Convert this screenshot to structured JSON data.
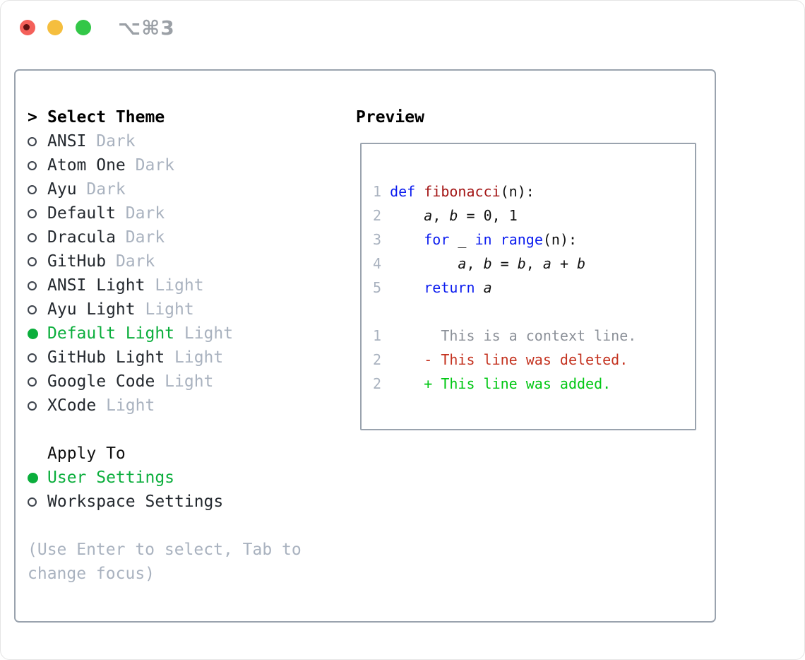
{
  "palette": {
    "border": "#9AA3AE",
    "text_dark": "#24292F",
    "muted": "#A9B2BF",
    "accent_green": "#0BAE3C",
    "ctx_gray": "#8B9098",
    "del_red": "#C4321F",
    "add_green": "#00C713",
    "kw_blue": "#0B1CEF",
    "fn_red": "#A31515",
    "code_black": "#111111",
    "traffic_red": "#F4605A",
    "traffic_red_dot": "#5F1212",
    "traffic_yellow": "#F5BE3E",
    "traffic_green": "#33C748",
    "shortcut_gray": "#9BA0A6"
  },
  "titlebar": {
    "shortcut_label": "⌥⌘3"
  },
  "theme_panel": {
    "heading_prefix": ">",
    "heading": "Select Theme",
    "items": [
      {
        "name": "ANSI",
        "variant": "Dark",
        "selected": false
      },
      {
        "name": "Atom One",
        "variant": "Dark",
        "selected": false
      },
      {
        "name": "Ayu",
        "variant": "Dark",
        "selected": false
      },
      {
        "name": "Default",
        "variant": "Dark",
        "selected": false
      },
      {
        "name": "Dracula",
        "variant": "Dark",
        "selected": false
      },
      {
        "name": "GitHub",
        "variant": "Dark",
        "selected": false
      },
      {
        "name": "ANSI Light",
        "variant": "Light",
        "selected": false
      },
      {
        "name": "Ayu Light",
        "variant": "Light",
        "selected": false
      },
      {
        "name": "Default Light",
        "variant": "Light",
        "selected": true
      },
      {
        "name": "GitHub Light",
        "variant": "Light",
        "selected": false
      },
      {
        "name": "Google Code",
        "variant": "Light",
        "selected": false
      },
      {
        "name": "XCode",
        "variant": "Light",
        "selected": false
      }
    ],
    "apply_heading": "Apply To",
    "apply_options": [
      {
        "label": "User Settings",
        "selected": true
      },
      {
        "label": "Workspace Settings",
        "selected": false
      }
    ],
    "hint": "(Use Enter to select, Tab to change focus)"
  },
  "preview": {
    "heading": "Preview",
    "lines": [
      [
        [
          "1 ",
          "num"
        ],
        [
          "def ",
          "kw"
        ],
        [
          "fibonacci",
          "fn"
        ],
        [
          "(n):",
          "pl"
        ]
      ],
      [
        [
          "2 ",
          "num"
        ],
        [
          "    ",
          "pl"
        ],
        [
          "a",
          "var"
        ],
        [
          ", ",
          "pl"
        ],
        [
          "b",
          "var"
        ],
        [
          " = 0, 1",
          "pl"
        ]
      ],
      [
        [
          "3 ",
          "num"
        ],
        [
          "    ",
          "pl"
        ],
        [
          "for",
          "kw"
        ],
        [
          " _ ",
          "pl"
        ],
        [
          "in",
          "kw"
        ],
        [
          " ",
          "pl"
        ],
        [
          "range",
          "kw"
        ],
        [
          "(n):",
          "pl"
        ]
      ],
      [
        [
          "4 ",
          "num"
        ],
        [
          "        ",
          "pl"
        ],
        [
          "a",
          "var"
        ],
        [
          ", ",
          "pl"
        ],
        [
          "b",
          "var"
        ],
        [
          " = ",
          "pl"
        ],
        [
          "b",
          "var"
        ],
        [
          ", ",
          "pl"
        ],
        [
          "a",
          "var"
        ],
        [
          " + ",
          "pl"
        ],
        [
          "b",
          "var"
        ]
      ],
      [
        [
          "5 ",
          "num"
        ],
        [
          "    ",
          "pl"
        ],
        [
          "return",
          "kw"
        ],
        [
          " ",
          "pl"
        ],
        [
          "a",
          "var"
        ]
      ],
      [],
      [
        [
          "1",
          "num"
        ],
        [
          "       ",
          "pl"
        ],
        [
          "This is a context line.",
          "ctx"
        ]
      ],
      [
        [
          "2",
          "num"
        ],
        [
          "     ",
          "pl"
        ],
        [
          "- This line was deleted.",
          "del"
        ]
      ],
      [
        [
          "2",
          "num"
        ],
        [
          "     ",
          "pl"
        ],
        [
          "+ This line was added.",
          "add"
        ]
      ]
    ]
  }
}
